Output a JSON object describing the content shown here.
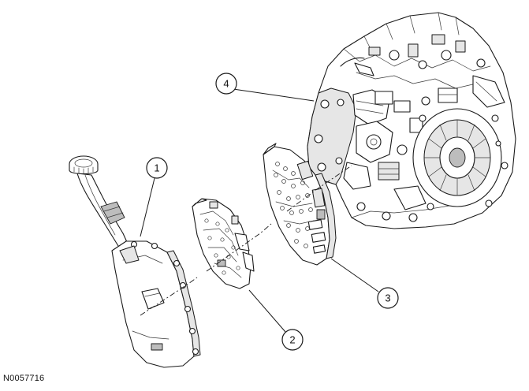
{
  "figure_id": "N0057716",
  "callouts": [
    {
      "label": "1",
      "part": "fluid-pan-and-filler-tube"
    },
    {
      "label": "2",
      "part": "separator-plate"
    },
    {
      "label": "3",
      "part": "main-control-valve-body"
    },
    {
      "label": "4",
      "part": "transaxle-case"
    }
  ]
}
